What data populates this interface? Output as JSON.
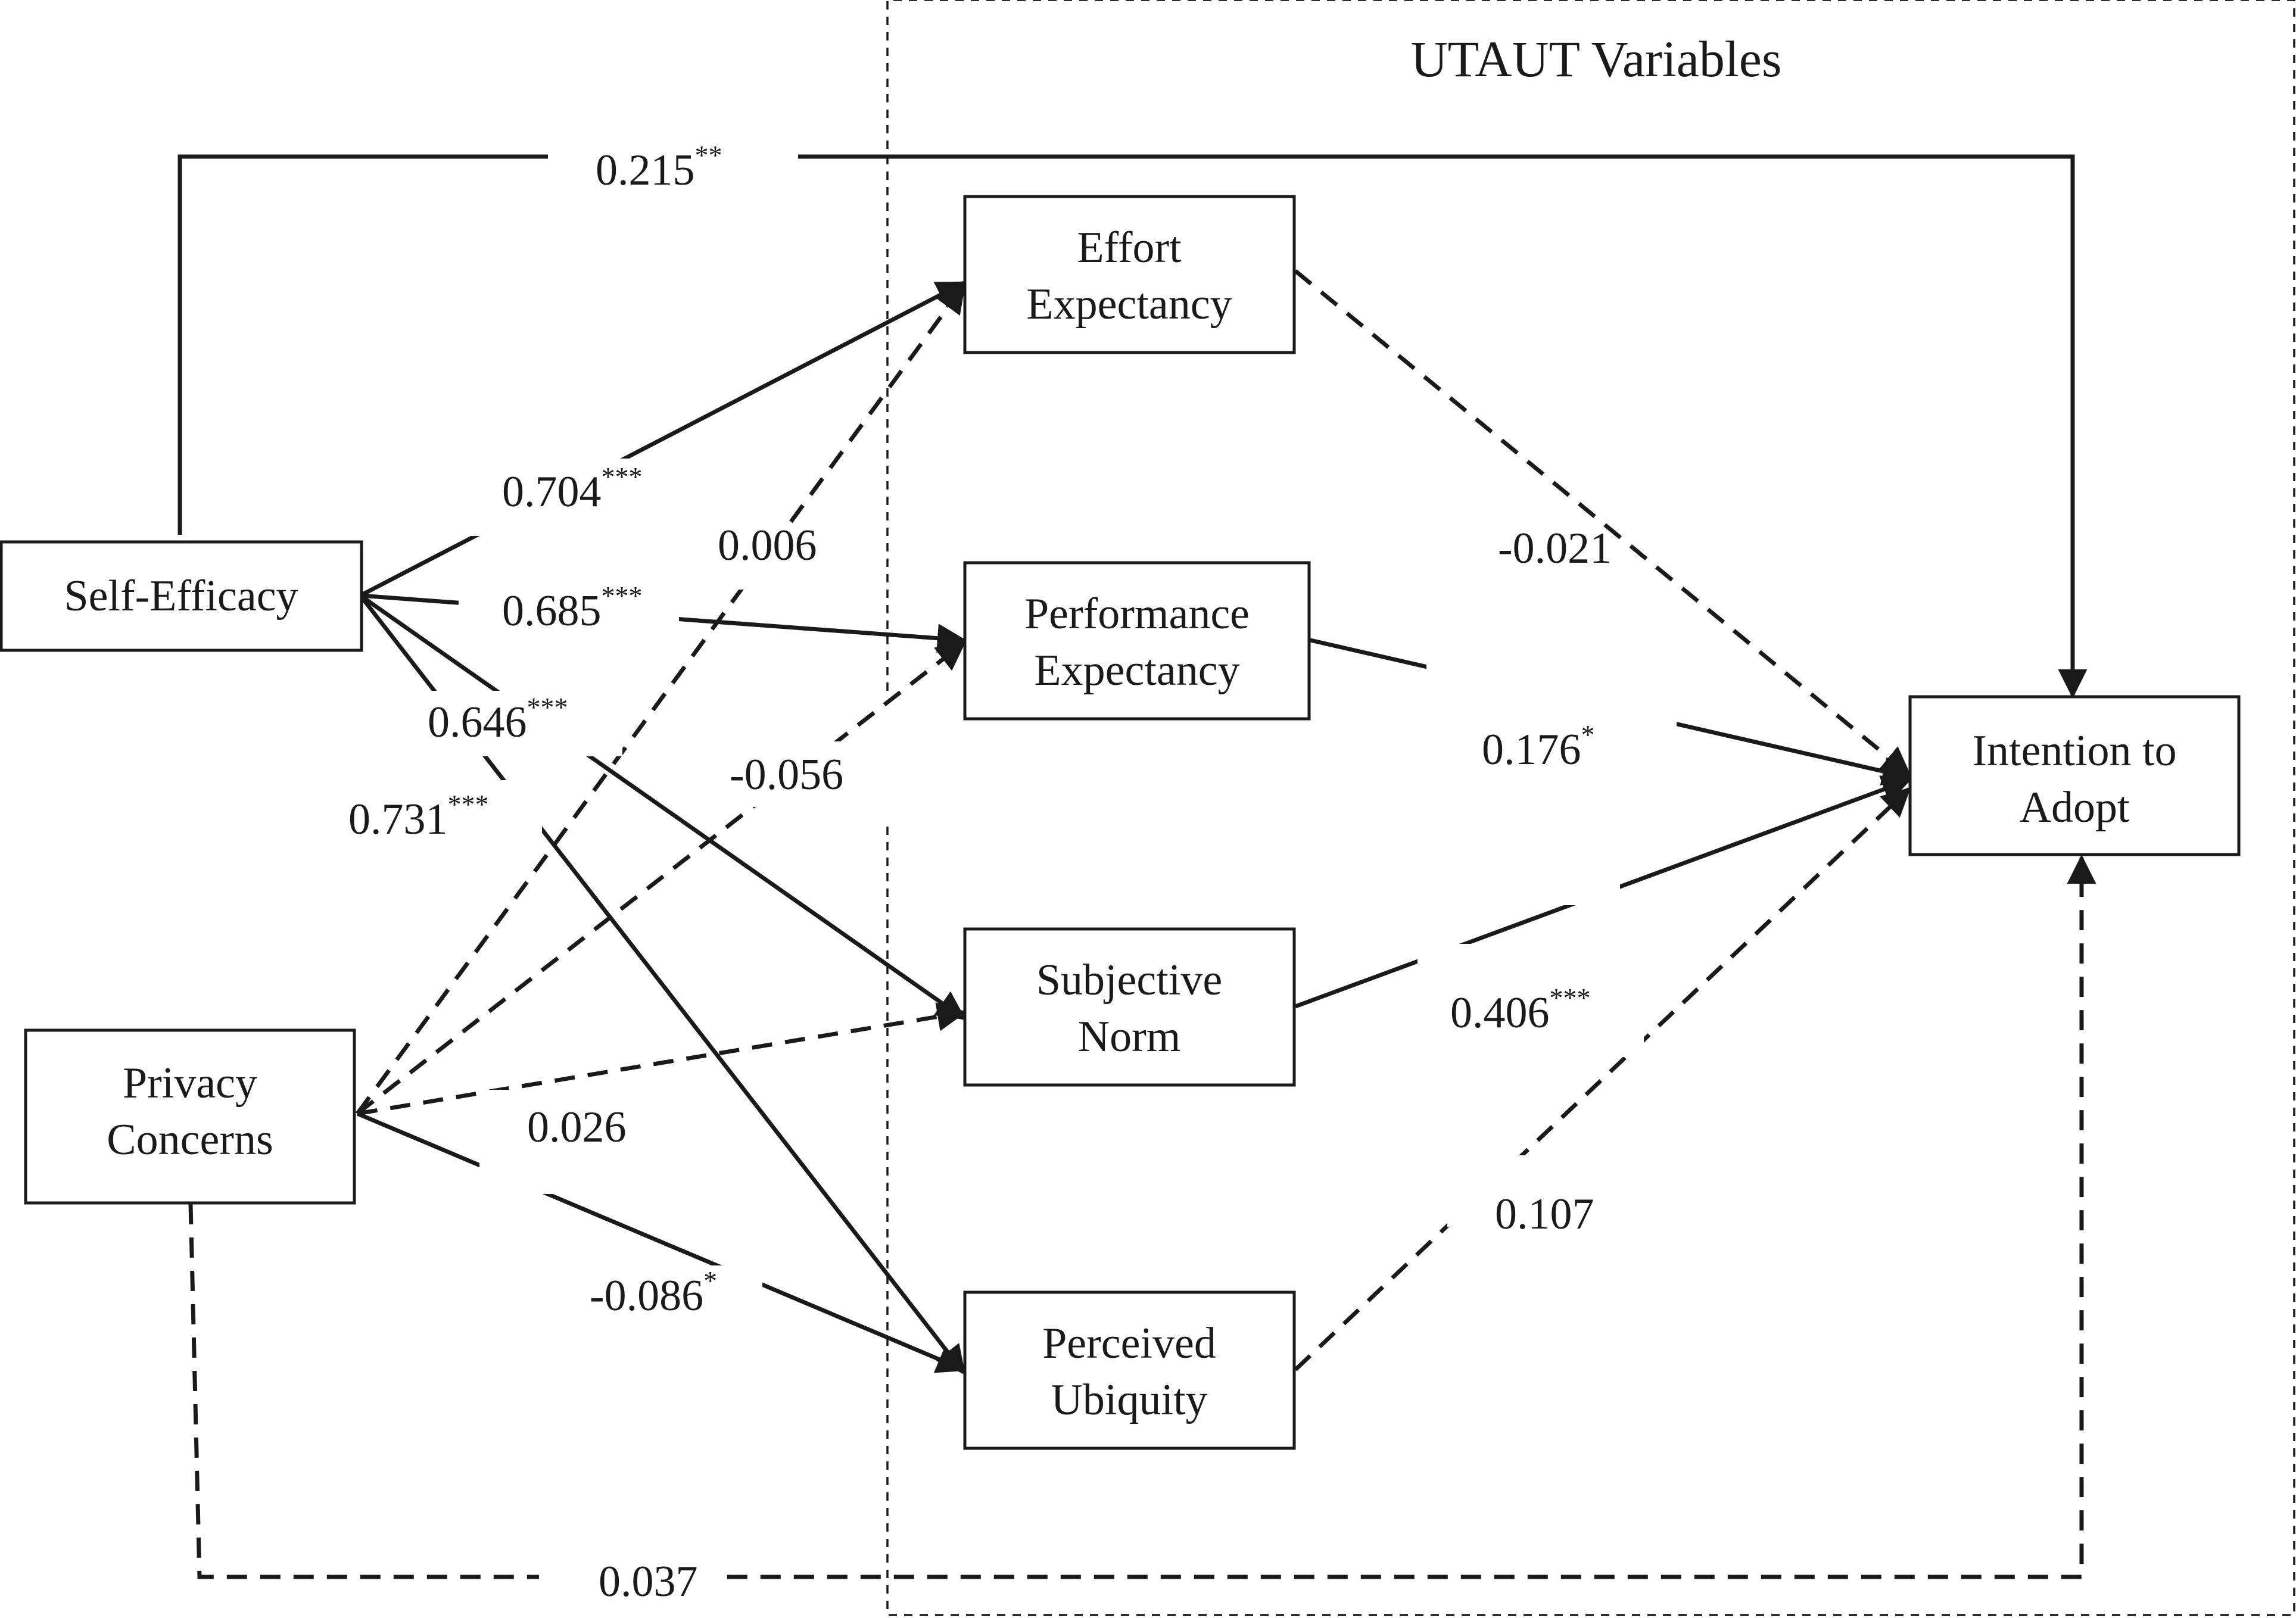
{
  "group": {
    "title": "UTAUT Variables"
  },
  "nodes": {
    "self_efficacy": {
      "lines": [
        "Self-Efficacy"
      ]
    },
    "privacy_concerns": {
      "lines": [
        "Privacy",
        "Concerns"
      ]
    },
    "effort_expectancy": {
      "lines": [
        "Effort",
        "Expectancy"
      ]
    },
    "performance_expectancy": {
      "lines": [
        "Performance",
        "Expectancy"
      ]
    },
    "subjective_norm": {
      "lines": [
        "Subjective",
        "Norm"
      ]
    },
    "perceived_ubiquity": {
      "lines": [
        "Perceived",
        "Ubiquity"
      ]
    },
    "intention_to_adopt": {
      "lines": [
        "Intention to",
        "Adopt"
      ]
    }
  },
  "paths": [
    {
      "id": "se_ita",
      "from": "Self-Efficacy",
      "to": "Intention to Adopt",
      "coef": "0.215",
      "stars": "**",
      "style": "solid"
    },
    {
      "id": "se_ee",
      "from": "Self-Efficacy",
      "to": "Effort Expectancy",
      "coef": "0.704",
      "stars": "***",
      "style": "solid"
    },
    {
      "id": "pc_ee",
      "from": "Privacy Concerns",
      "to": "Effort Expectancy",
      "coef": "0.006",
      "stars": "",
      "style": "dashed"
    },
    {
      "id": "se_pe",
      "from": "Self-Efficacy",
      "to": "Performance Expectancy",
      "coef": "0.685",
      "stars": "***",
      "style": "solid"
    },
    {
      "id": "se_sn",
      "from": "Self-Efficacy",
      "to": "Subjective Norm",
      "coef": "0.646",
      "stars": "***",
      "style": "solid"
    },
    {
      "id": "se_pu",
      "from": "Self-Efficacy",
      "to": "Perceived Ubiquity",
      "coef": "0.731",
      "stars": "***",
      "style": "solid"
    },
    {
      "id": "pc_pe",
      "from": "Privacy Concerns",
      "to": "Performance Expectancy",
      "coef": "-0.056",
      "stars": "",
      "style": "dashed"
    },
    {
      "id": "pc_sn",
      "from": "Privacy Concerns",
      "to": "Subjective Norm",
      "coef": "0.026",
      "stars": "",
      "style": "dashed"
    },
    {
      "id": "pc_pu",
      "from": "Privacy Concerns",
      "to": "Perceived Ubiquity",
      "coef": "-0.086",
      "stars": "*",
      "style": "solid"
    },
    {
      "id": "ee_ita",
      "from": "Effort Expectancy",
      "to": "Intention to Adopt",
      "coef": "-0.021",
      "stars": "",
      "style": "dashed"
    },
    {
      "id": "pe_ita",
      "from": "Performance Expectancy",
      "to": "Intention to Adopt",
      "coef": "0.176",
      "stars": "*",
      "style": "solid"
    },
    {
      "id": "sn_ita",
      "from": "Subjective Norm",
      "to": "Intention to Adopt",
      "coef": "0.406",
      "stars": "***",
      "style": "solid"
    },
    {
      "id": "pu_ita",
      "from": "Perceived Ubiquity",
      "to": "Intention to Adopt",
      "coef": "0.107",
      "stars": "",
      "style": "dashed"
    },
    {
      "id": "pc_ita",
      "from": "Privacy Concerns",
      "to": "Intention to Adopt",
      "coef": "0.037",
      "stars": "",
      "style": "dashed"
    }
  ]
}
